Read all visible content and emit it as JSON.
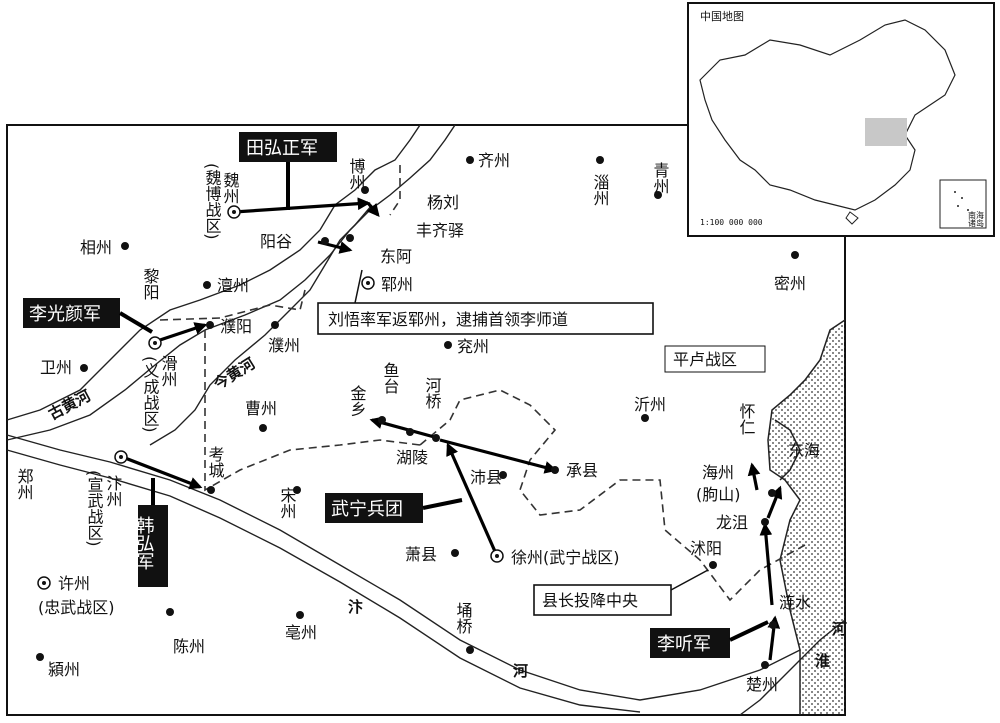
{
  "inset": {
    "title": "中国地图",
    "scale": "1:100 000 000",
    "small_label_1": "南海",
    "small_label_2": "诸岛"
  },
  "places": {
    "weizhou": "魏州",
    "weizhou_sub": "(魏博战区)",
    "bozhou": "博州",
    "qizhou": "齐州",
    "ziozhou": "淄州",
    "qingzhou": "青州",
    "yangliu": "杨刘",
    "fengqiyi": "丰齐驿",
    "yanggu": "阳谷",
    "donge": "东阿",
    "yunzhou": "郓州",
    "xiangzhou": "相州",
    "liyang": "黎阳",
    "chanzhou": "澶州",
    "miyzhou": "密州",
    "puyang": "濮阳",
    "puzhou": "濮州",
    "huazhou": "滑州",
    "huazhou_sub": "(义成战区)",
    "weizhou2": "卫州",
    "yanzhou": "兖州",
    "yutai": "鱼台",
    "jinxiang": "金乡",
    "heqiao": "河桥",
    "caozhou": "曹州",
    "yizhou": "沂州",
    "huairen": "怀仁",
    "donghai": "东海",
    "kaocheng": "考城",
    "huling": "湖陵",
    "peixian": "沛县",
    "chengxian": "承县",
    "haizhou": "海州",
    "haizhou_sub": "(朐山)",
    "zhengzhou": "郑州",
    "bianzhou": "汴州",
    "bianzhou_sub": "(宣武战区)",
    "songzhou": "宋州",
    "longju": "龙沮",
    "xiaoxian": "萧县",
    "xuzhou": "徐州(武宁战区)",
    "shuyang": "沭阳",
    "xuzhou2": "许州",
    "xuzhou2_sub": "(忠武战区)",
    "yongqiao": "埇桥",
    "lianshui": "涟水",
    "bozhou2": "亳州",
    "chenzhou": "陈州",
    "yingzhou": "潁州",
    "chuzhou": "楚州",
    "pinglu": "平卢战区"
  },
  "rivers": {
    "gu_huanghe": "古黄河",
    "jin_huanghe": "今黄河",
    "bian_1": "汴",
    "bian_2": "河",
    "huai_1": "淮",
    "huai_2": "河"
  },
  "armies": {
    "tian": "田弘正军",
    "li_guangyan": "李光颜军",
    "han_hong": "韩弘军",
    "wuning": "武宁兵团",
    "li_ting": "李听军"
  },
  "notes": {
    "liu_wu": "刘悟率军返郓州，逮捕首领李师道",
    "xianzhang": "县长投降中央"
  }
}
